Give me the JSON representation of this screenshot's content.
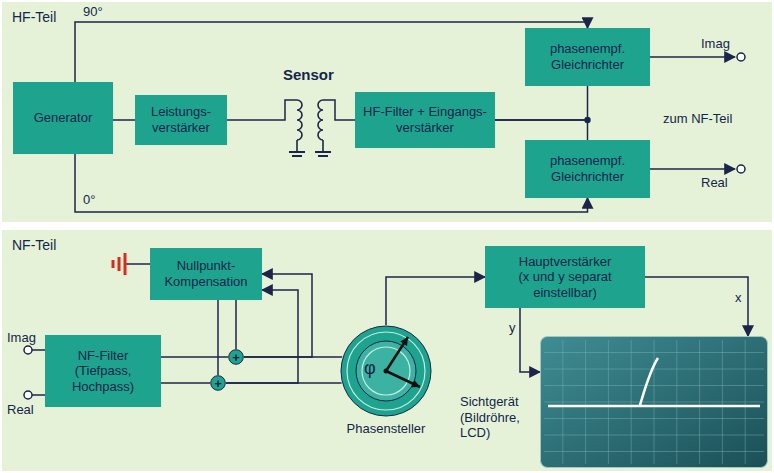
{
  "diagram": {
    "nodes": [
      {
        "text": [
          "HF-Teil"
        ]
      },
      {
        "text": [
          "Generator"
        ],
        "in": 0
      },
      {
        "text": [
          "Leistungs- verstärker"
        ],
        "in": 0
      },
      {
        "text": [
          "HF-Filter + Eingangs- verstärker"
        ],
        "in": 0
      },
      {
        "text": [
          "phasenempf. Gleichrichter"
        ],
        "in": 0
      },
      {
        "text": [
          "phasenempf. Gleichrichter"
        ],
        "in": 0
      },
      {
        "text": [
          "NF-Teil"
        ]
      },
      {
        "text": [
          "Nullpunkt- Kompensation"
        ],
        "in": 6
      },
      {
        "text": [
          "NF-Filter (Tiefpass, Hochpass)"
        ],
        "in": 6
      },
      {
        "text": [
          "+"
        ],
        "in": 6
      },
      {
        "text": [
          "+"
        ],
        "in": 6
      },
      {
        "text": [
          "φ",
          "Phasensteller"
        ],
        "in": 6
      },
      {
        "text": [
          "Hauptverstärker",
          "(x und y separat einstellbar)"
        ],
        "in": 6
      },
      {
        "text": [
          "Sichtgerät (Bildröhre, LCD)"
        ],
        "in": 6
      }
    ],
    "edges": [
      {
        "from": 1,
        "to": 2,
        "arrow": "none"
      },
      {
        "from": 2,
        "to": 3,
        "arrow": "none"
      },
      {
        "from": 1,
        "to": 4,
        "arrow": "to"
      },
      {
        "from": 1,
        "to": 5,
        "arrow": "to"
      },
      {
        "from": 3,
        "to": 4,
        "arrow": "none"
      },
      {
        "from": 3,
        "to": 5,
        "arrow": "none"
      },
      {
        "from": 8,
        "to": 9,
        "arrow": "none"
      },
      {
        "from": 8,
        "to": 10,
        "arrow": "none"
      },
      {
        "from": 7,
        "to": 9,
        "arrow": "none"
      },
      {
        "from": 7,
        "to": 10,
        "arrow": "none"
      },
      {
        "from": 9,
        "to": 7,
        "arrow": "to"
      },
      {
        "from": 10,
        "to": 7,
        "arrow": "to"
      },
      {
        "from": 9,
        "to": 11,
        "arrow": "none"
      },
      {
        "from": 10,
        "to": 11,
        "arrow": "none"
      },
      {
        "from": 11,
        "to": 12,
        "arrow": "to"
      },
      {
        "from": 12,
        "to": 13,
        "arrow": "to",
        "label": "x"
      },
      {
        "from": 12,
        "to": 13,
        "arrow": "to",
        "label": "y"
      }
    ],
    "labels": [
      "90°",
      "0°",
      "Sensor",
      "Imag",
      "zum NF-Teil",
      "Real",
      "Imag",
      "Real"
    ]
  }
}
